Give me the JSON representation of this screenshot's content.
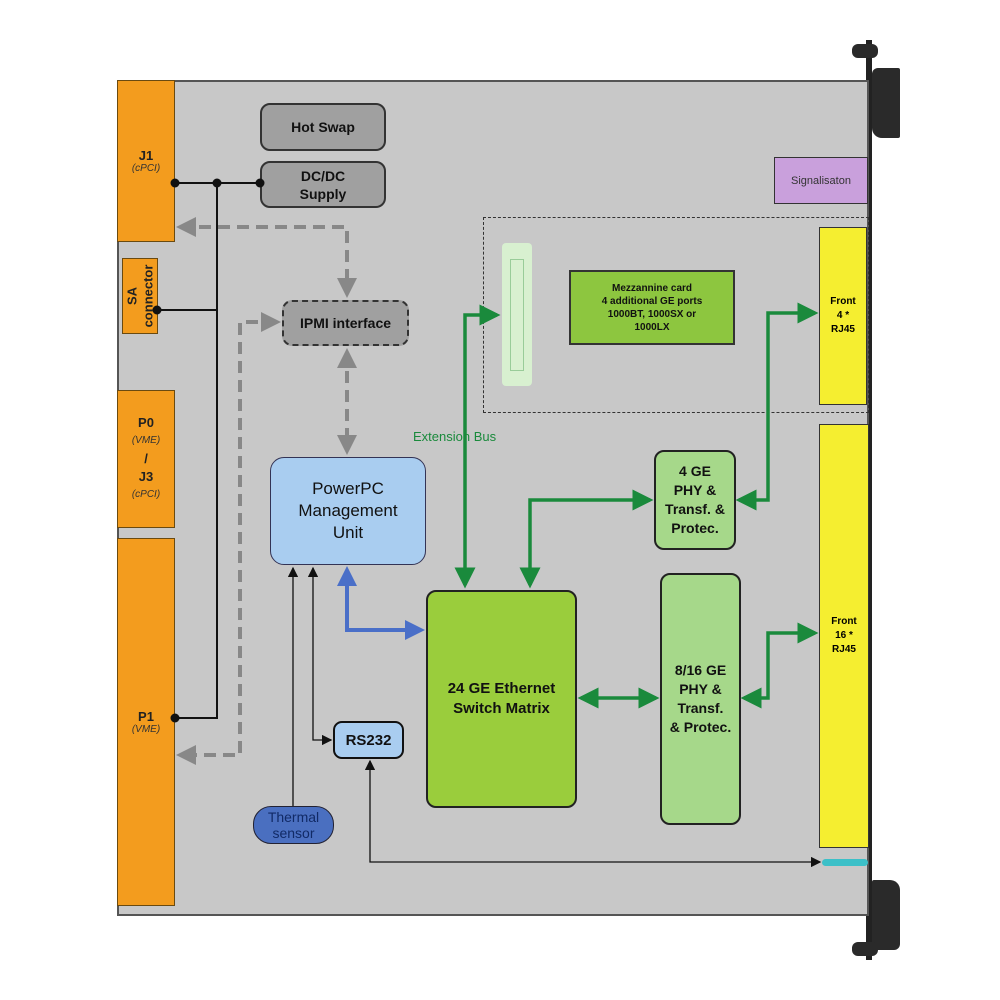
{
  "connectors": {
    "j1": {
      "name": "J1",
      "sub": "(cPCI)"
    },
    "sa": {
      "line1": "SA",
      "line2": "connector"
    },
    "p0": {
      "name": "P0",
      "sub1": "(VME)",
      "sep": "/",
      "name2": "J3",
      "sub2": "(cPCI)"
    },
    "p1": {
      "name": "P1",
      "sub": "(VME)"
    }
  },
  "blocks": {
    "hot_swap": "Hot Swap",
    "dcdc": {
      "line1": "DC/DC",
      "line2": "Supply"
    },
    "ipmi": "IPMI interface",
    "powerpc": {
      "line1": "PowerPC",
      "line2": "Management",
      "line3": "Unit"
    },
    "rs232": "RS232",
    "thermal": {
      "line1": "Thermal",
      "line2": "sensor"
    },
    "switch": {
      "line1": "24 GE Ethernet",
      "line2": "Switch Matrix"
    },
    "phy4": {
      "line1": "4 GE",
      "line2": "PHY &",
      "line3": "Transf. &",
      "line4": "Protec."
    },
    "phy16": {
      "line1": "8/16 GE",
      "line2": "PHY &",
      "line3": "Transf.",
      "line4": "& Protec."
    },
    "mezz": {
      "line1": "Mezzannine card",
      "line2": "4 additional GE ports",
      "line3": "1000BT, 1000SX or",
      "line4": "1000LX"
    },
    "signal": "Signalisaton",
    "front4": {
      "line1": "Front",
      "line2": "4 *",
      "line3": "RJ45"
    },
    "front16": {
      "line1": "Front",
      "line2": "16 *",
      "line3": "RJ45"
    }
  },
  "labels": {
    "extension_bus": "Extension Bus"
  },
  "colors": {
    "connector": "#f39c1e",
    "board": "#c8c8c8",
    "switch": "#9acd3c",
    "phy": "#a6d88a",
    "ethernet_link": "#1a8a3c",
    "cpu_link": "#4a6fc8",
    "front_port": "#f5ee30",
    "signal": "#c9a0dc",
    "thermal": "#4a6fc0"
  }
}
